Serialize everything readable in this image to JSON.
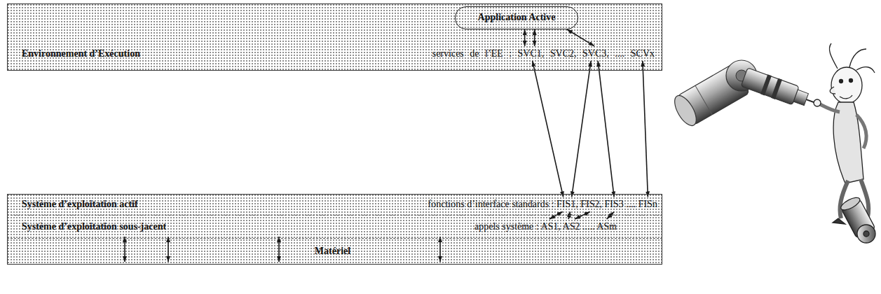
{
  "diagram": {
    "nodes": [
      {
        "text": [
          "Environnement d’Exécution",
          "services de l’EE : SVC1, SVC2, SVC3, .... SCVx"
        ]
      },
      {
        "text": [
          "Application Active"
        ],
        "in": 0
      },
      {
        "text": [
          "Système d’exploitation actif",
          "fonctions d’interface standards : FIS1, FIS2, FIS3 .... FISn"
        ]
      },
      {
        "text": [
          "Système d’exploitation sous-jacent",
          "appels système : AS1, AS2 ..... ASm"
        ]
      },
      {
        "text": [
          "Matériel"
        ]
      }
    ],
    "edges": [
      {
        "from": 1,
        "to": 0,
        "arrow": "both"
      },
      {
        "from": 1,
        "to": 0,
        "arrow": "both"
      },
      {
        "from": 1,
        "to": 0,
        "arrow": "both"
      },
      {
        "from": 0,
        "to": 2,
        "arrow": "both"
      },
      {
        "from": 0,
        "to": 2,
        "arrow": "both"
      },
      {
        "from": 0,
        "to": 2,
        "arrow": "both"
      },
      {
        "from": 0,
        "to": 2,
        "arrow": "both"
      },
      {
        "from": 2,
        "to": 3,
        "arrow": "both"
      },
      {
        "from": 2,
        "to": 3,
        "arrow": "both"
      },
      {
        "from": 2,
        "to": 3,
        "arrow": "both"
      },
      {
        "from": 2,
        "to": 3,
        "arrow": "both"
      },
      {
        "from": 3,
        "to": 4,
        "arrow": "both"
      },
      {
        "from": 3,
        "to": 4,
        "arrow": "both"
      },
      {
        "from": 3,
        "to": 4,
        "arrow": "both"
      },
      {
        "from": 3,
        "to": 4,
        "arrow": "both"
      }
    ]
  }
}
